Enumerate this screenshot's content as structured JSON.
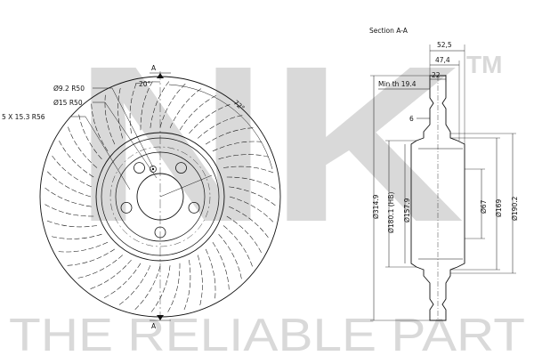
{
  "watermark": {
    "logo_text": "NK",
    "trademark": "TM",
    "tagline": "THE RELIABLE PART"
  },
  "front_view": {
    "labels": {
      "hole_small": "Ø9.2 R50",
      "hole_center": "Ø15 R50",
      "bolt_pattern": "5 X 15.3 R56",
      "angle_20": "20°",
      "angle_72": "72°",
      "section_mark_top": "A",
      "section_mark_bottom": "A"
    },
    "bolt_count": 5,
    "vane_count": 44
  },
  "section_view": {
    "title": "Section A-A",
    "dims": {
      "width_overall": "52,5",
      "width_47": "47,4",
      "width_22": "22",
      "min_th": "Min th 19.4",
      "flange": "6",
      "d_outer": "Ø314.9",
      "d_hb": "Ø180.1 (HB)",
      "d_157": "Ø157.9",
      "d_67": "Ø67",
      "d_169": "Ø169",
      "d_190": "Ø190.2"
    }
  }
}
